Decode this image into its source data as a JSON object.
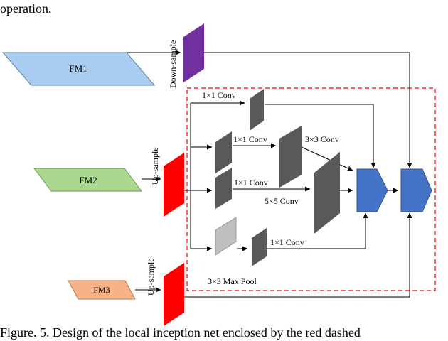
{
  "top_text": "operation.",
  "caption": "Figure. 5. Design of the local inception net enclosed by the red dashed",
  "feature_maps": {
    "fm1": "FM1",
    "fm2": "FM2",
    "fm3": "FM3"
  },
  "ops": {
    "down_sample": "Down-sample",
    "up_sample_fm2": "Up-sample",
    "up_sample_fm3": "Up-sample",
    "conv_1x1_top": "1×1 Conv",
    "conv_1x1_mid": "1×1 Conv",
    "conv_3x3": "3×3 Conv",
    "conv_1x1_lower": "1×1 Conv",
    "conv_5x5": "5×5 Conv",
    "max_pool": "3×3 Max Pool",
    "conv_1x1_pool": "1×1 Conv"
  },
  "colors": {
    "fm1": "#a9cdf0",
    "fm2": "#a9d88e",
    "fm3": "#f7b386",
    "down_sample": "#7030a0",
    "up_sample": "#ff0000",
    "conv": "#595959",
    "pool": "#bfbfbf",
    "concat": "#4472c4",
    "dashed_box": "#ff0000"
  }
}
